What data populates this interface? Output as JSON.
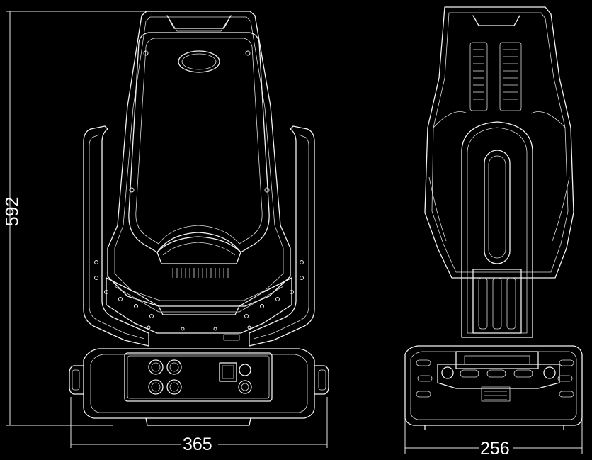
{
  "dimensions": {
    "height": "592",
    "front_width": "365",
    "side_width": "256"
  },
  "colors": {
    "background": "#000000",
    "line": "#f2f2f2"
  },
  "views": [
    "front-view",
    "side-view"
  ]
}
